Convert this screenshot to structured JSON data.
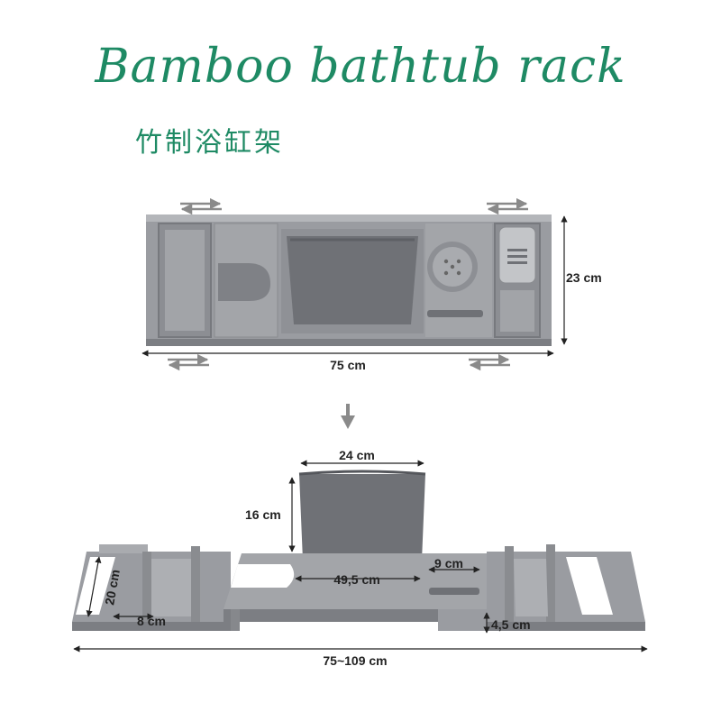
{
  "title": "Bamboo bathtub rack",
  "subtitle": "竹制浴缸架",
  "colors": {
    "title": "#1e8a64",
    "rack": "#9a9ca1",
    "rack_dark": "#7c7e83",
    "basket": "#6f7176",
    "line": "#222222"
  },
  "top_view": {
    "width_label": "75 cm",
    "depth_label": "23 cm"
  },
  "arrow_icon": "down-arrow-icon",
  "extended_view": {
    "basket_width_label": "24 cm",
    "basket_height_label": "16 cm",
    "tray_length_label": "49,5 cm",
    "slot_length_label": "9 cm",
    "end_depth_label": "20 cm",
    "end_width_label": "8 cm",
    "thickness_label": "4,5 cm",
    "total_length_label": "75~109 cm"
  }
}
